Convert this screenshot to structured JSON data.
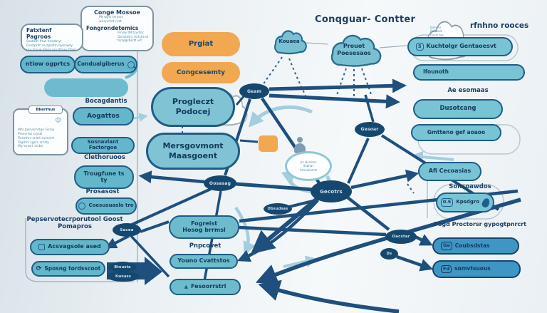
{
  "title": "Conqguar- Contter",
  "icons": {
    "refresh": "⟳",
    "triangle": "▲",
    "smiley": "☺"
  },
  "colors": {
    "navy": "#1e4f7d",
    "teal_pill": "#64b7cb",
    "deep_blue_pill": "#3f96c4",
    "orange": "#f1a851",
    "light_arrow": "#a3cedd",
    "node_fill": "#7fc3d5",
    "ellipse_fill": "#16486f",
    "green_icon": "#4f9e4c",
    "background": "#e9eff3"
  },
  "topLeft": {
    "box1Title": "Fatxtenf Pagroos",
    "box1Lines": [
      "Sastath fmw hnasbryr",
      "Grodprat va tgnrtm tprsnwty",
      "pro trusw btrga sry ttbrsy tfogr",
      "sybrt obsrtnvty brtvr"
    ],
    "box2Title": "Conge Mossoe",
    "box2Sub": "Fongrondetemics",
    "box2Note": [
      "Mt wprt tsrysrs",
      "warycrhrt rvst"
    ],
    "box2Lines": [
      "Frnsw tM tsvrtnc",
      "Qvratetrs rsrtchrsd",
      "tsrqrgsbsrtt vrt"
    ]
  },
  "callout": {
    "tab": "Bkermus",
    "lines": [
      "Wts Jasrvsrhrtqn Gsrsy",
      "Prssvrsst srystt",
      "Tsrtsrhrs srwrt svsrssrt",
      "Tsgrhrs sgsrs srhrty",
      "Wy svssrt ssrbv"
    ]
  },
  "topRightCloud": {
    "lines": [
      "Irssvne",
      "Gsrtsed",
      "Ossrt tse",
      "Wrssrtr"
    ],
    "label": "rfnhno rooces"
  },
  "orange": {
    "pill1": "Prgiat",
    "pill2": "Congcesemty"
  },
  "center": {
    "projectLine1": "Progleczt",
    "projectLine2": "Podocej",
    "mgmtLine1": "Mersgovmont",
    "mgmtLine2": "Maasgoent",
    "smallCloud": "Kouaea",
    "bigCloudLine1": "Prouot",
    "bigCloudLine2": "Poesesaos",
    "whiteEllipseLines": [
      "Jrs Hsrsher",
      "Ssbrwr",
      "Asvssmshrt"
    ]
  },
  "ellipses": {
    "geam": "Geam",
    "gesoar": "Gesoar",
    "oosasag": "Oosasag",
    "hub": "Gecotrs",
    "obsudsas": "Obsudsas",
    "sacea": "Sacea",
    "btousta": "Btousta",
    "kwsass": "Kwsass",
    "oacstar": "Oacstar",
    "ds": "Ds"
  },
  "leftColumn": {
    "pillA": "ntiow ogprtcs",
    "pillB": "Condualgiberus",
    "label1": "Bocagdantis",
    "pill1": "Aogattos",
    "pill2": "Sosnavlant Factorgoe",
    "label2": "Clethoruoos",
    "pill3a": "Trougfune ts",
    "pill3b": "ty",
    "label3": "Prosasost",
    "pill4": "Coesusuaslo tre"
  },
  "rightColumn": {
    "pill1Badge": "5",
    "pill1": "Kuchtolgr Gentaoesvt",
    "pill2": "Ifounoth",
    "label1": "Ae esomaas",
    "pill3": "Dusotcang",
    "pill4": "Gmtteno gef aoaoo",
    "pill5": "Afi Cecoasias",
    "label2": "Sonsoawdos",
    "pill6Badge": "0.5",
    "pill6": "Kpsdgro"
  },
  "bottomLeft": {
    "label1": "Pepservotecrporutool Goost",
    "label2": "Pomapros",
    "pill1": "Acsvagsole ased",
    "pill2": "Sposng tordsscoot"
  },
  "bottomMid": {
    "pill1a": "Fogreist",
    "pill1b": "Hosog brrmsl",
    "label": "Pnpcovet",
    "pill2": "Youno Cvattstos",
    "pill3Badge": "▲",
    "pill3": "Fesoorrstrl"
  },
  "bottomRight": {
    "label": "Pogd Proctorsr gypogtpnrcrt",
    "pill1Badge": "Ga",
    "pill1": "Coubsdstas",
    "pill2Badge": "Fd",
    "pill2": "somvtsuous"
  }
}
